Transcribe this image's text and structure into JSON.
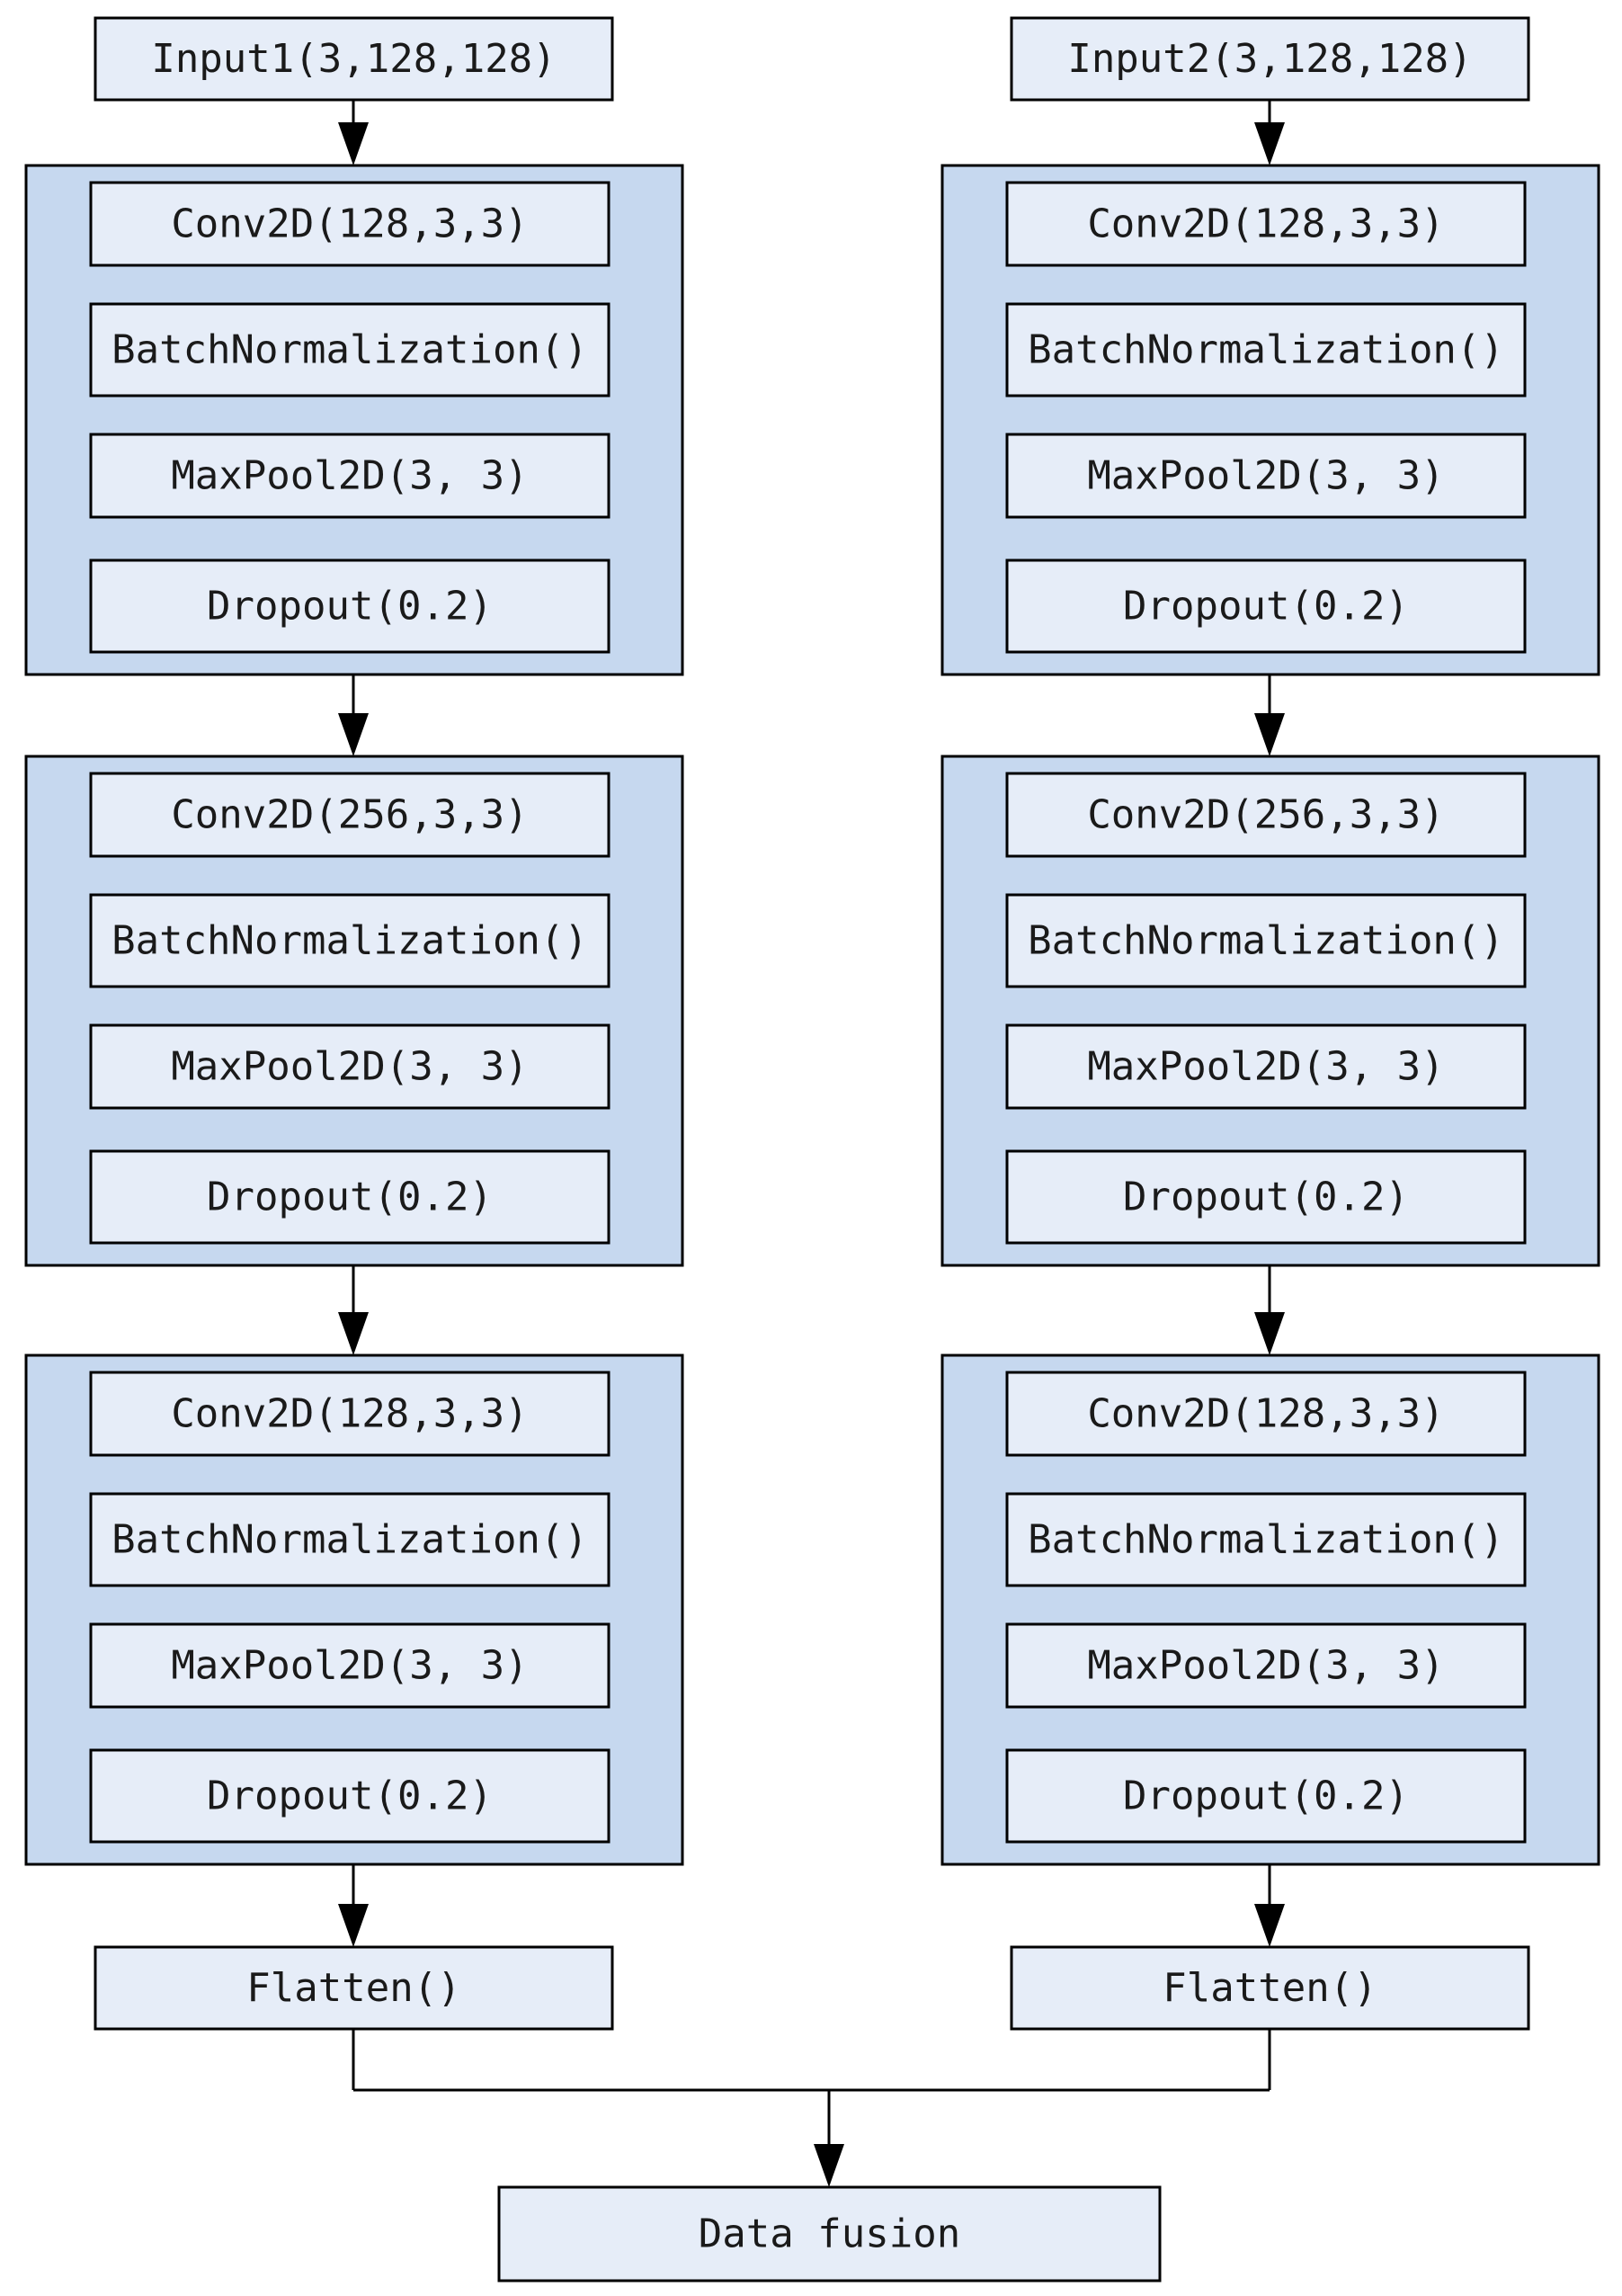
{
  "columns": [
    {
      "input": "Input1(3,128,128)",
      "blocks": [
        [
          "Conv2D(128,3,3)",
          "BatchNormalization()",
          "MaxPool2D(3, 3)",
          "Dropout(0.2)"
        ],
        [
          "Conv2D(256,3,3)",
          "BatchNormalization()",
          "MaxPool2D(3, 3)",
          "Dropout(0.2)"
        ],
        [
          "Conv2D(128,3,3)",
          "BatchNormalization()",
          "MaxPool2D(3, 3)",
          "Dropout(0.2)"
        ]
      ],
      "flatten": "Flatten()"
    },
    {
      "input": "Input2(3,128,128)",
      "blocks": [
        [
          "Conv2D(128,3,3)",
          "BatchNormalization()",
          "MaxPool2D(3, 3)",
          "Dropout(0.2)"
        ],
        [
          "Conv2D(256,3,3)",
          "BatchNormalization()",
          "MaxPool2D(3, 3)",
          "Dropout(0.2)"
        ],
        [
          "Conv2D(128,3,3)",
          "BatchNormalization()",
          "MaxPool2D(3, 3)",
          "Dropout(0.2)"
        ]
      ],
      "flatten": "Flatten()"
    }
  ],
  "output": "Data fusion",
  "colors": {
    "node_fill": "#e6edf8",
    "block_fill": "#c6d8ef",
    "stroke": "#000000"
  }
}
